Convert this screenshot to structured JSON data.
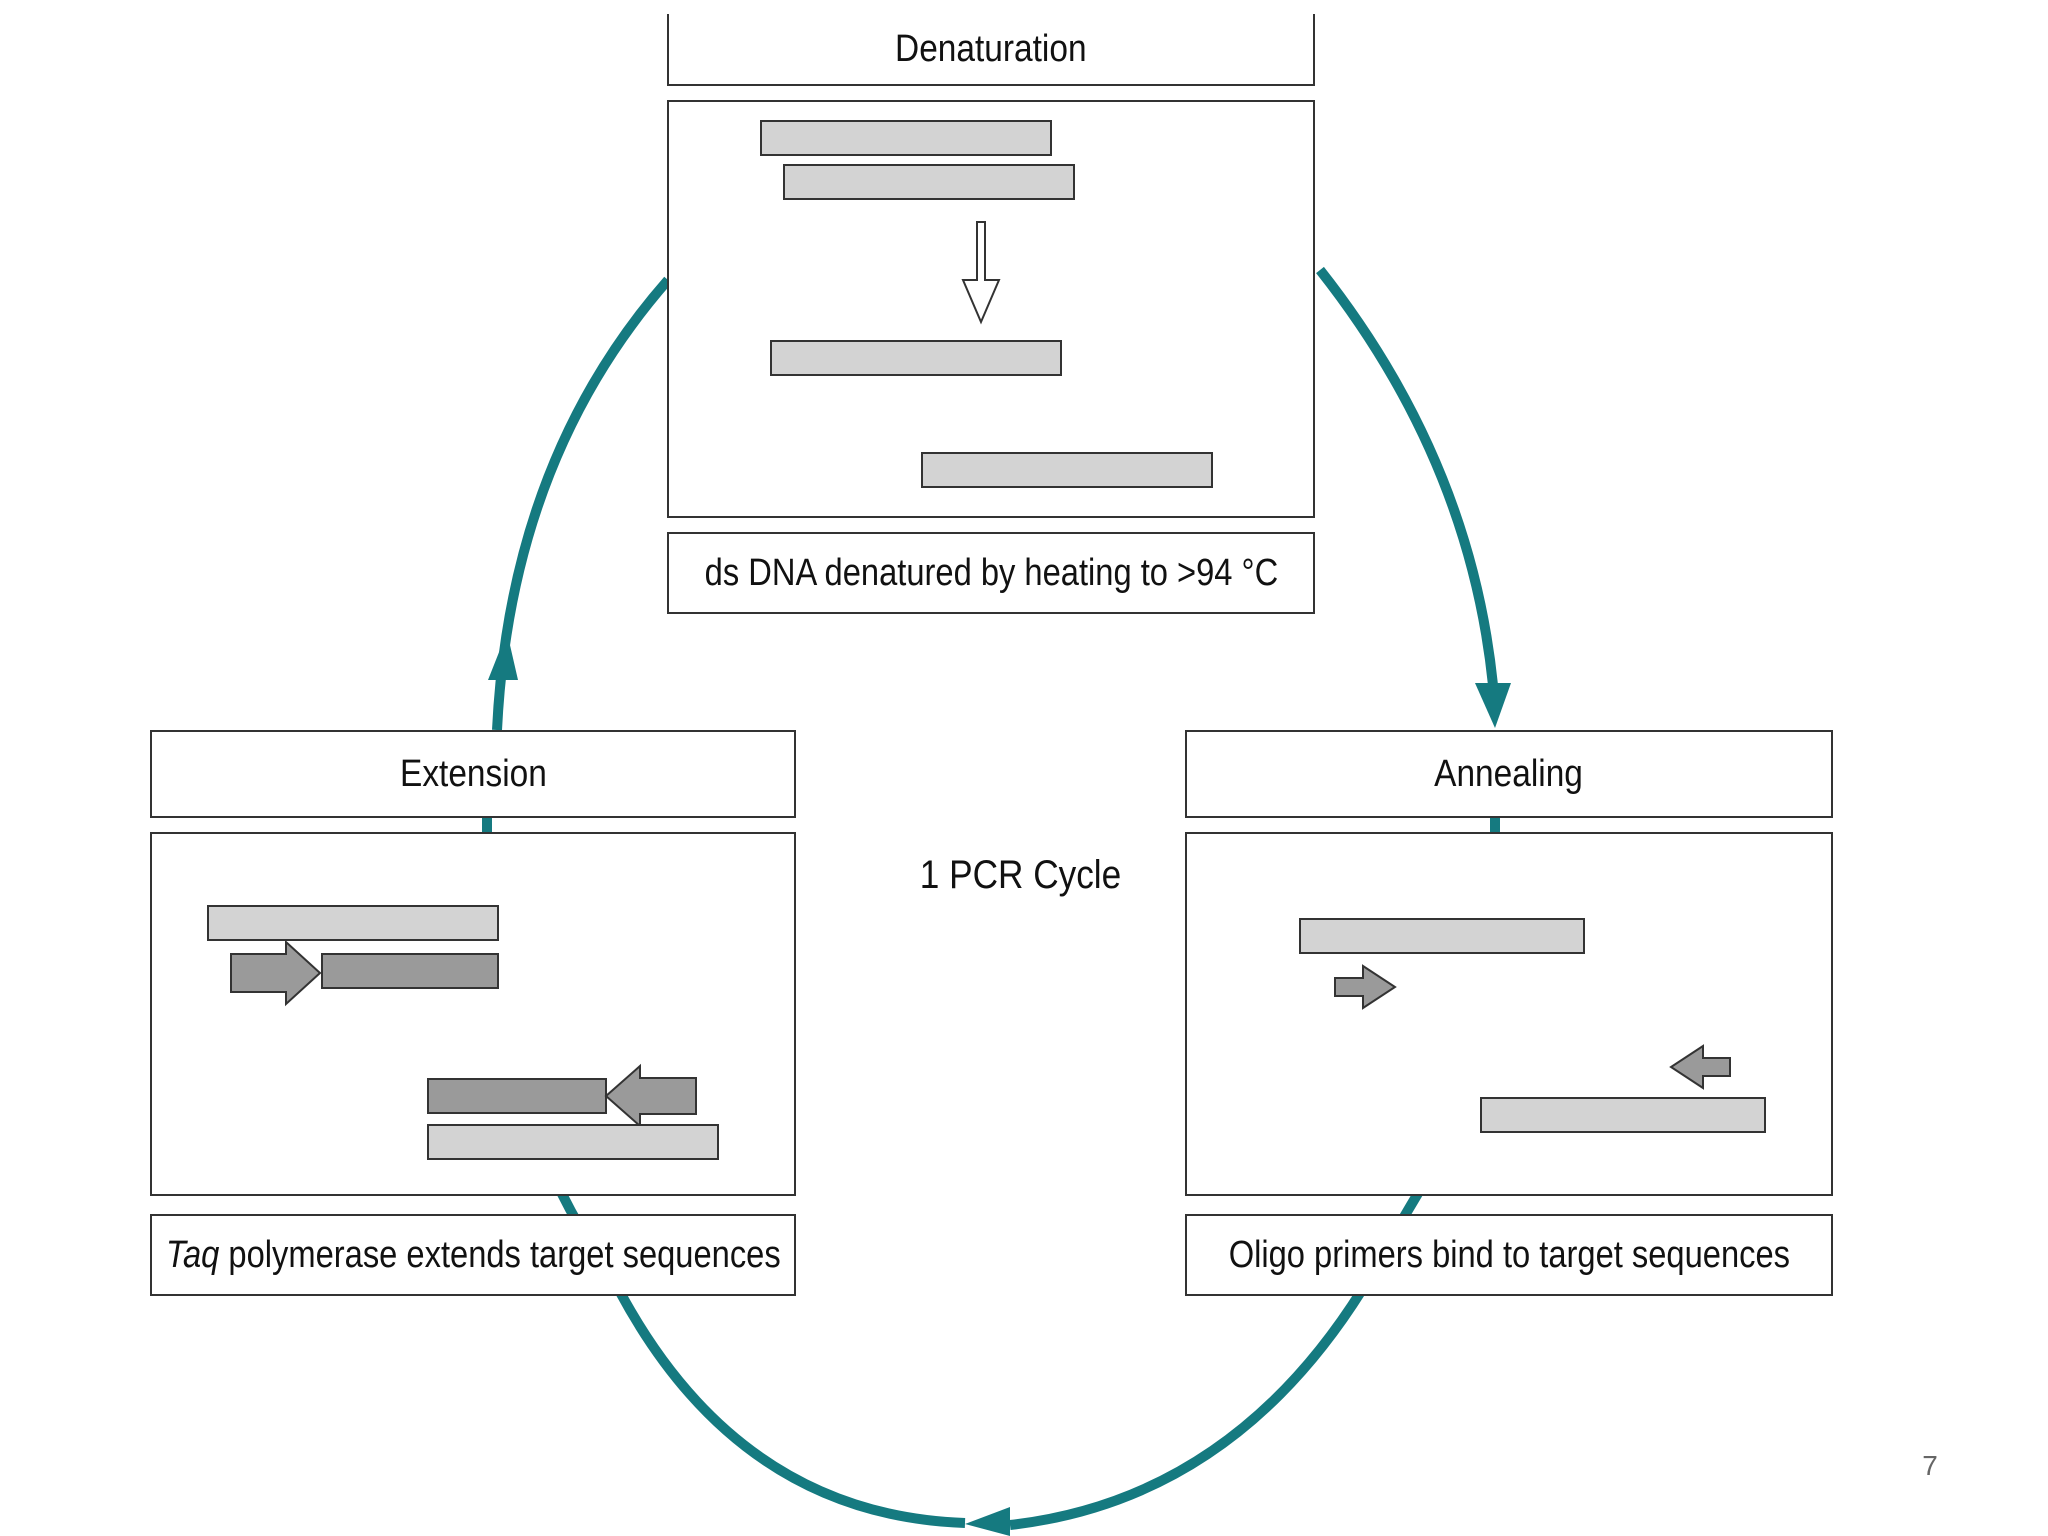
{
  "cycle_label": "1 PCR Cycle",
  "page_number": "7",
  "colors": {
    "cycle_arrow": "#157a80",
    "strand_light": "#d3d3d3",
    "strand_dark": "#9a9a9a",
    "border": "#333333"
  },
  "steps": {
    "denaturation": {
      "title": "Denaturation",
      "caption": "ds DNA denatured by heating to >94 °C"
    },
    "annealing": {
      "title": "Annealing",
      "caption": "Oligo primers bind to target sequences"
    },
    "extension": {
      "title": "Extension",
      "caption_italic": "Taq",
      "caption_rest": " polymerase extends target sequences"
    }
  },
  "icons": {
    "down_arrow": "hollow-down-arrow-icon",
    "primer_right": "primer-arrow-right-icon",
    "primer_left": "primer-arrow-left-icon"
  }
}
